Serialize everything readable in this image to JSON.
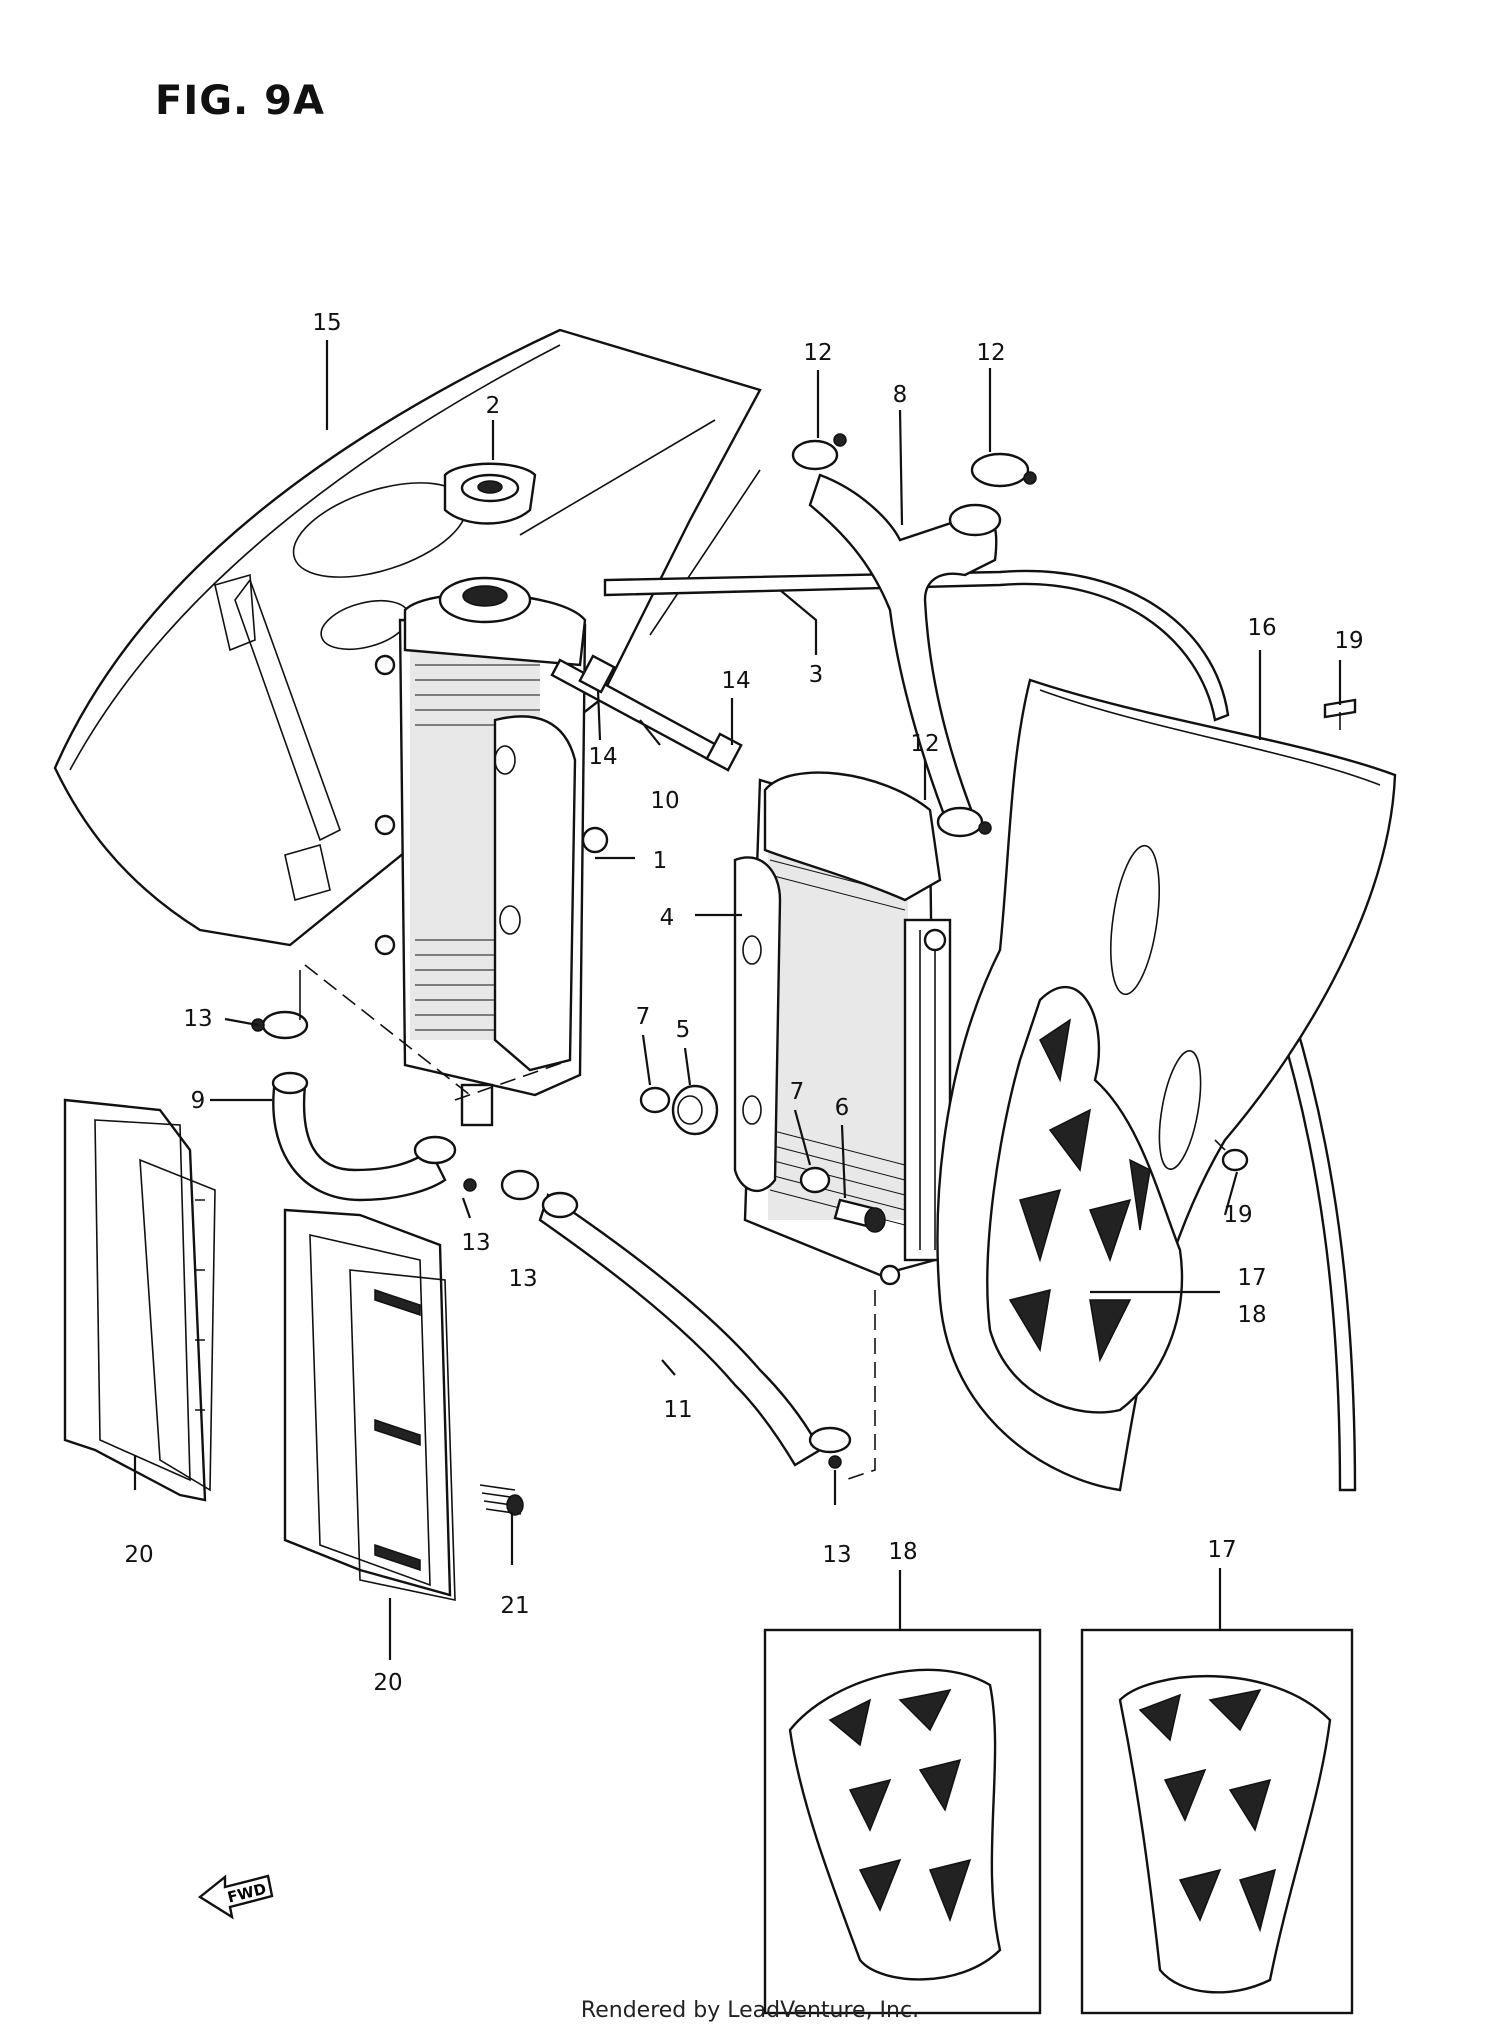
{
  "figure": {
    "title": "FIG. 9A",
    "footer": "Rendered by LeadVenture, Inc.",
    "fwd_label": "FWD"
  },
  "callouts": [
    {
      "id": "c15a",
      "label": "15"
    },
    {
      "id": "c2",
      "label": "2"
    },
    {
      "id": "c12a",
      "label": "12"
    },
    {
      "id": "c8",
      "label": "8"
    },
    {
      "id": "c12b",
      "label": "12"
    },
    {
      "id": "c3",
      "label": "3"
    },
    {
      "id": "c14a",
      "label": "14"
    },
    {
      "id": "c14b",
      "label": "14"
    },
    {
      "id": "c10",
      "label": "10"
    },
    {
      "id": "c12c",
      "label": "12"
    },
    {
      "id": "c16",
      "label": "16"
    },
    {
      "id": "c19a",
      "label": "19"
    },
    {
      "id": "c1",
      "label": "1"
    },
    {
      "id": "c4",
      "label": "4"
    },
    {
      "id": "c7a",
      "label": "7"
    },
    {
      "id": "c5",
      "label": "5"
    },
    {
      "id": "c7b",
      "label": "7"
    },
    {
      "id": "c6",
      "label": "6"
    },
    {
      "id": "c13a",
      "label": "13"
    },
    {
      "id": "c9",
      "label": "9"
    },
    {
      "id": "c13b",
      "label": "13"
    },
    {
      "id": "c13c",
      "label": "13"
    },
    {
      "id": "c19b",
      "label": "19"
    },
    {
      "id": "c17a",
      "label": "17"
    },
    {
      "id": "c18a",
      "label": "18"
    },
    {
      "id": "c11",
      "label": "11"
    },
    {
      "id": "c13d",
      "label": "13"
    },
    {
      "id": "c20a",
      "label": "20"
    },
    {
      "id": "c21",
      "label": "21"
    },
    {
      "id": "c20b",
      "label": "20"
    },
    {
      "id": "c18b",
      "label": "18"
    },
    {
      "id": "c17b",
      "label": "17"
    }
  ]
}
